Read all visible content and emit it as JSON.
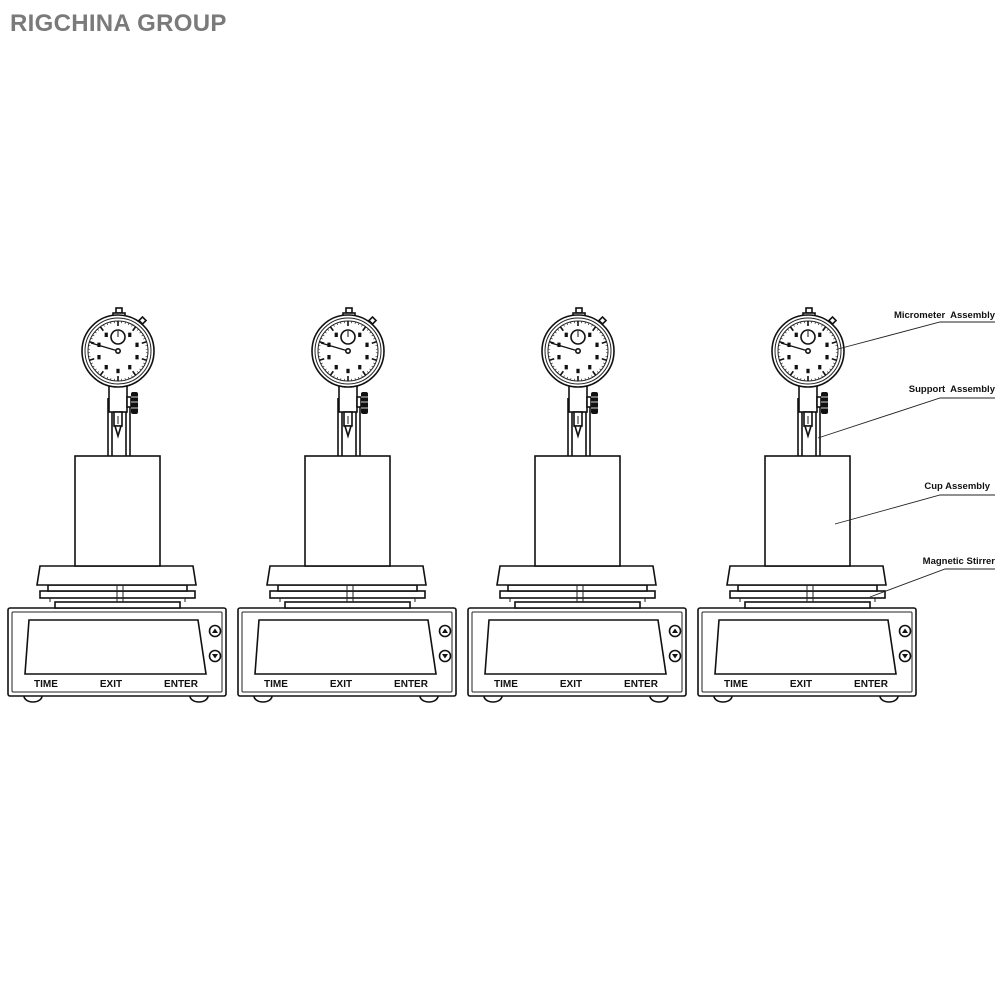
{
  "brand": "RIGCHINA GROUP",
  "panel_buttons": [
    "TIME",
    "EXIT",
    "ENTER"
  ],
  "callouts": [
    {
      "id": "micrometer",
      "label": "Micrometer  Assembly"
    },
    {
      "id": "support",
      "label": "Support  Assembly"
    },
    {
      "id": "cup",
      "label": "Cup Assembly"
    },
    {
      "id": "stirrer",
      "label": "Magnetic Stirrer"
    }
  ],
  "unit_count": 4,
  "colors": {
    "line": "#111111",
    "brand": "#7a7a7a",
    "background": "#ffffff"
  }
}
